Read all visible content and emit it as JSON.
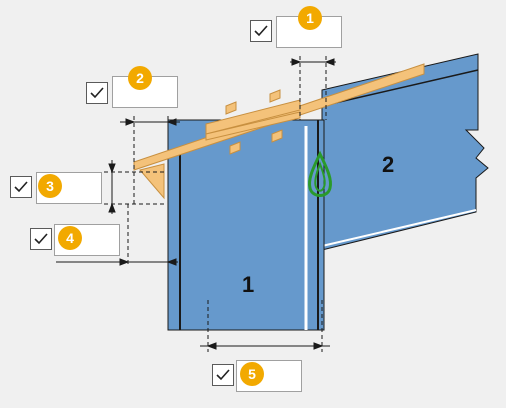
{
  "options": [
    {
      "badge": "1",
      "checked": true,
      "value": ""
    },
    {
      "badge": "2",
      "checked": true,
      "value": ""
    },
    {
      "badge": "3",
      "checked": true,
      "value": ""
    },
    {
      "badge": "4",
      "checked": true,
      "value": ""
    },
    {
      "badge": "5",
      "checked": true,
      "value": ""
    }
  ],
  "diagram": {
    "part1_label": "1",
    "part2_label": "2"
  },
  "colors": {
    "plate": "#6699cc",
    "flange": "#f4c27a",
    "weld": "#2a9a2a",
    "badge": "#f2a900"
  }
}
